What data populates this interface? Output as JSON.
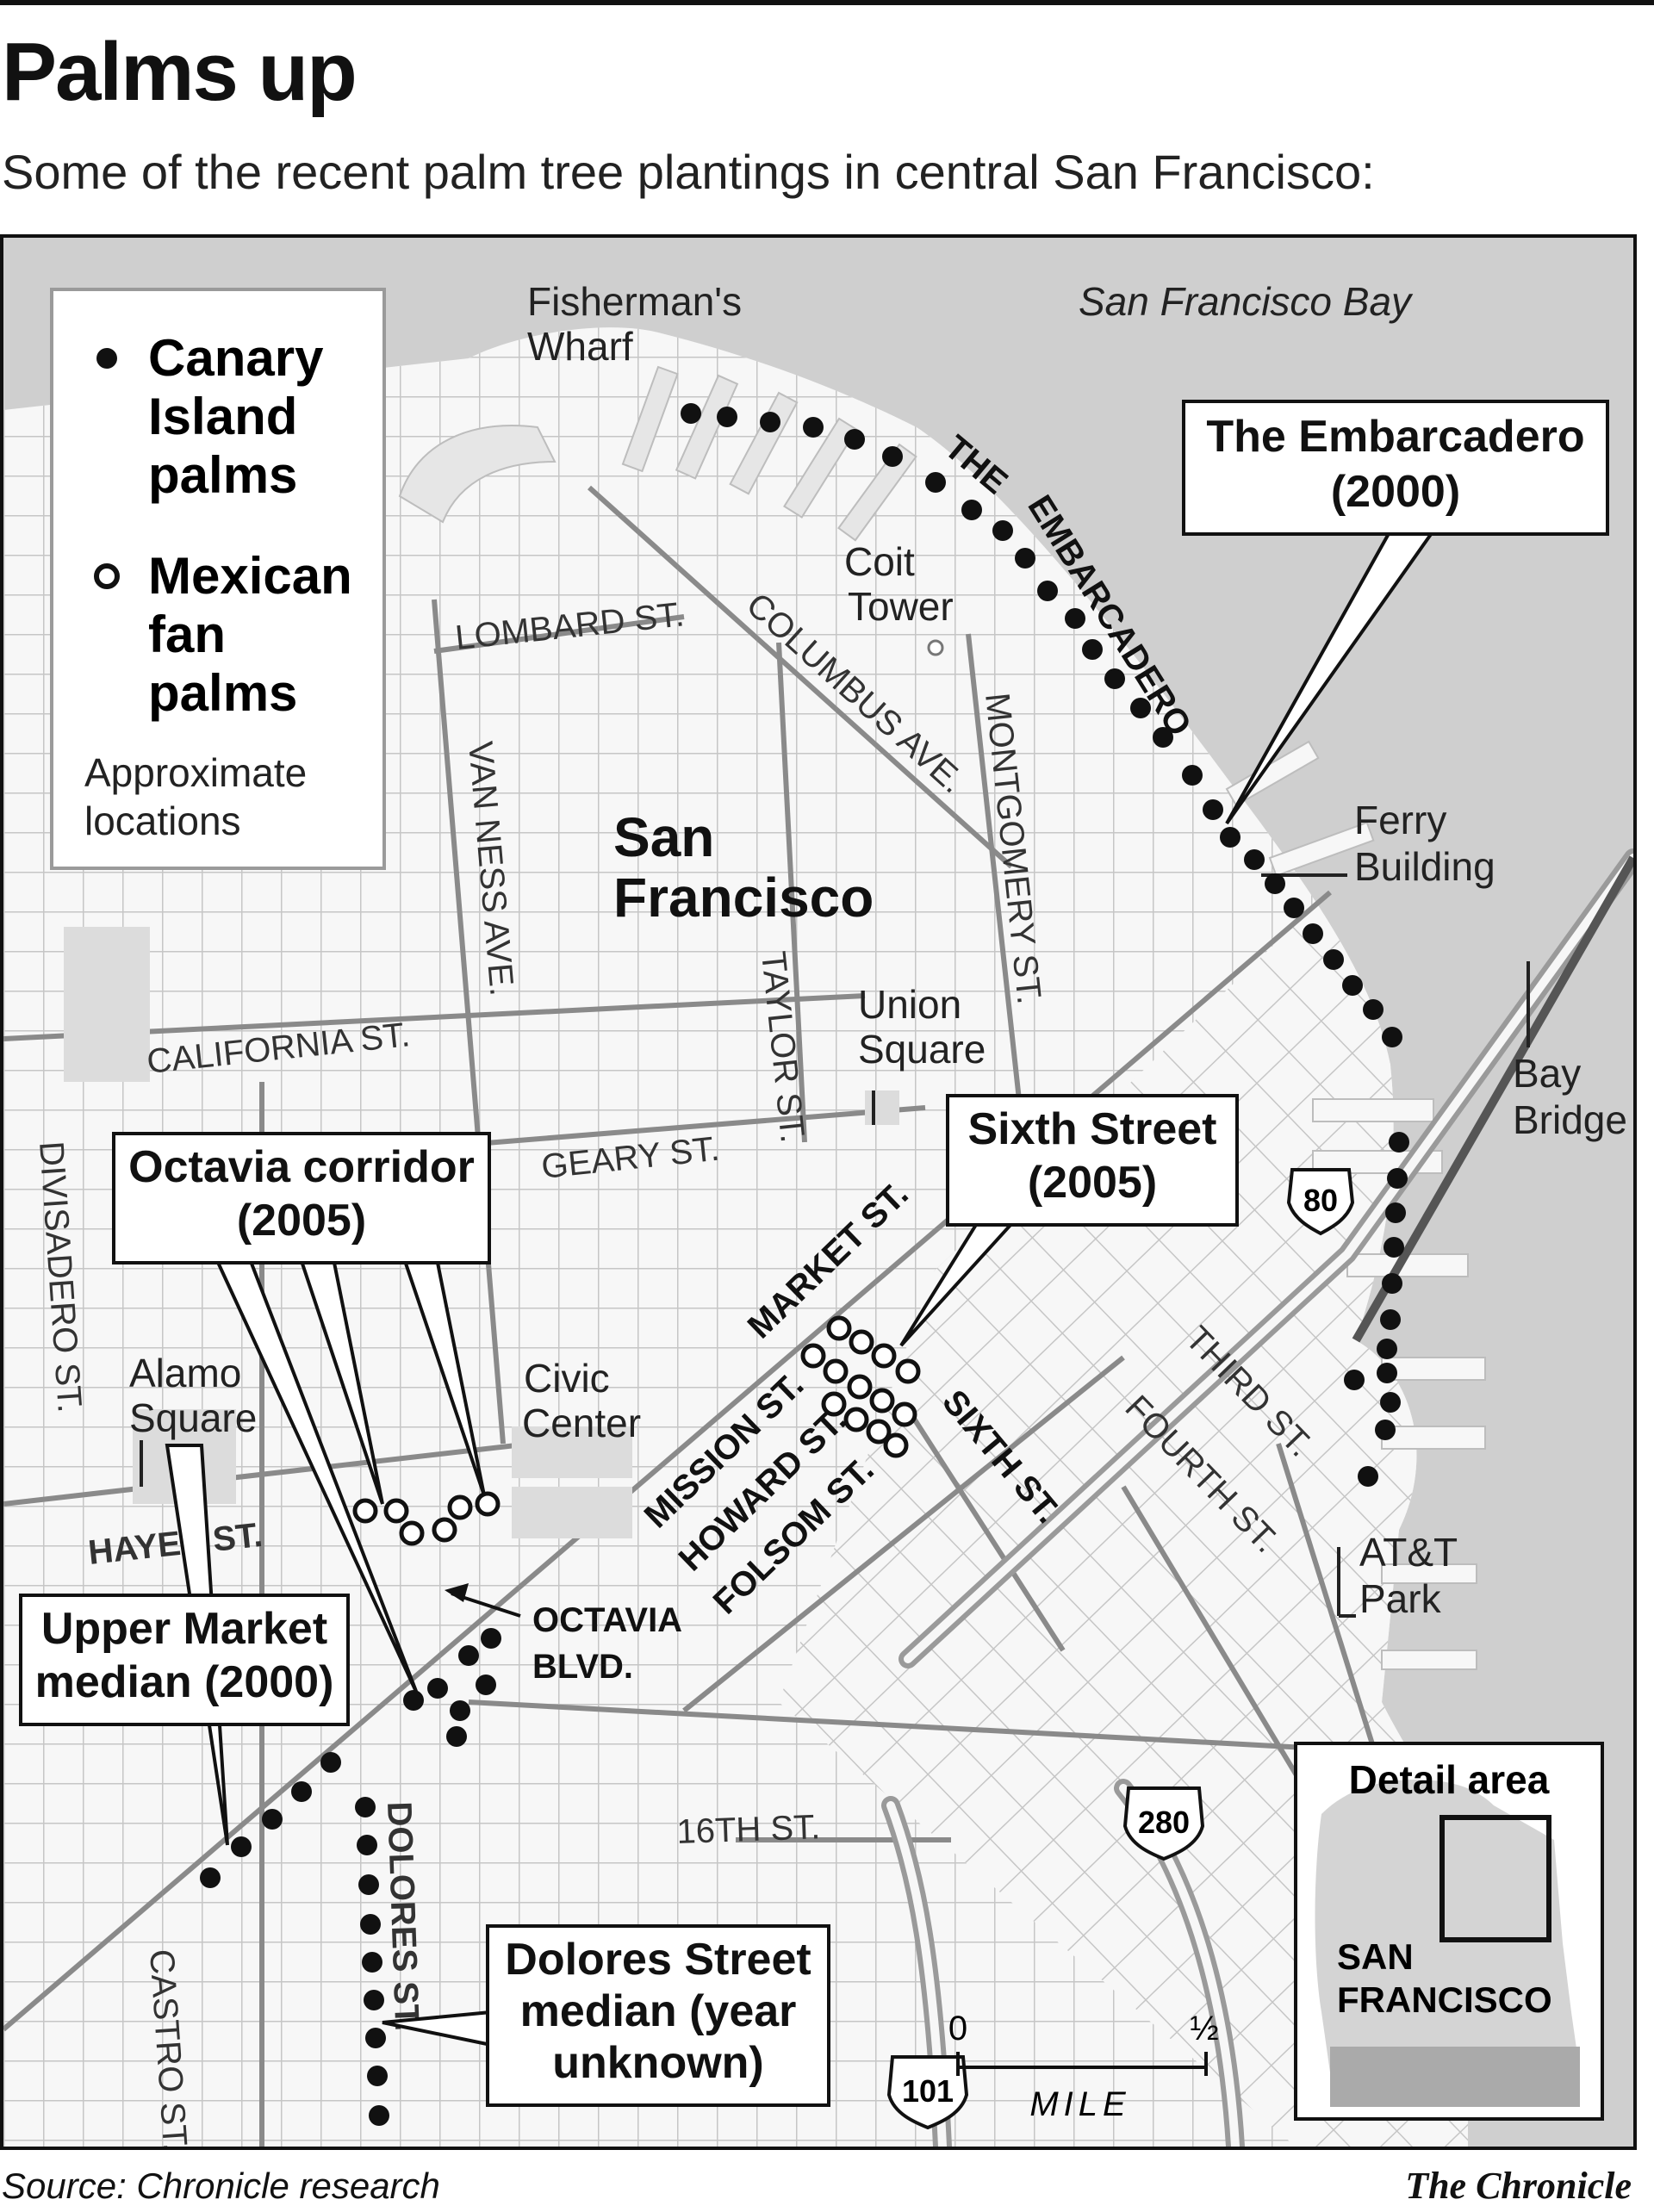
{
  "header": {
    "title": "Palms up",
    "subtitle": "Some of the recent palm tree plantings in central San Francisco:"
  },
  "legend": {
    "canary_label": [
      "Canary",
      "Island",
      "palms"
    ],
    "mexican_label": [
      "Mexican",
      "fan",
      "palms"
    ],
    "note": [
      "Approximate",
      "locations"
    ]
  },
  "landmarks": {
    "fishermans_wharf": [
      "Fisherman's",
      "Wharf"
    ],
    "bay": "San Francisco Bay",
    "coit_tower": [
      "Coit",
      "Tower"
    ],
    "city": [
      "San",
      "Francisco"
    ],
    "ferry_building": [
      "Ferry",
      "Building"
    ],
    "bay_bridge": [
      "Bay",
      "Bridge"
    ],
    "union_square": [
      "Union",
      "Square"
    ],
    "civic_center": [
      "Civic",
      "Center"
    ],
    "alamo_square": [
      "Alamo",
      "Square"
    ],
    "att_park": [
      "AT&T",
      "Park"
    ]
  },
  "streets": {
    "lombard": "LOMBARD ST.",
    "columbus": "COLUMBUS AVE.",
    "montgomery": "MONTGOMERY ST.",
    "van_ness": "VAN NESS AVE.",
    "california": "CALIFORNIA ST.",
    "taylor": "TAYLOR ST.",
    "geary": "GEARY ST.",
    "divisadero": "DIVISADERO ST.",
    "market": "MARKET ST.",
    "mission": "MISSION ST.",
    "howard": "HOWARD ST.",
    "folsom": "FOLSOM ST.",
    "sixth": "SIXTH ST.",
    "third": "THIRD ST.",
    "fourth": "FOURTH ST.",
    "hayes": "HAYES ST.",
    "octavia_blvd": [
      "OCTAVIA",
      "BLVD."
    ],
    "dolores": "DOLORES ST.",
    "castro": "CASTRO ST.",
    "sixteenth": "16TH ST.",
    "embarcadero": [
      "THE",
      "EMBARCADERO"
    ]
  },
  "highways": {
    "i80": "80",
    "i280": "280",
    "us101": "101"
  },
  "callouts": {
    "embarcadero": [
      "The Embarcadero",
      "(2000)"
    ],
    "sixth_street": [
      "Sixth Street",
      "(2005)"
    ],
    "octavia": [
      "Octavia corridor",
      "(2005)"
    ],
    "upper_market": [
      "Upper Market",
      "median (2000)"
    ],
    "dolores": [
      "Dolores Street",
      "median (year",
      "unknown)"
    ]
  },
  "inset": {
    "title": "Detail area",
    "label": [
      "SAN",
      "FRANCISCO"
    ]
  },
  "scale": {
    "zero": "0",
    "half": "½",
    "unit": "MILE"
  },
  "footer": {
    "source": "Source: Chronicle research",
    "credit": "The Chronicle"
  },
  "colors": {
    "water": "#cfcfcf",
    "land": "#f7f7f7",
    "grid": "#c6c6c6",
    "ink": "#111111"
  }
}
